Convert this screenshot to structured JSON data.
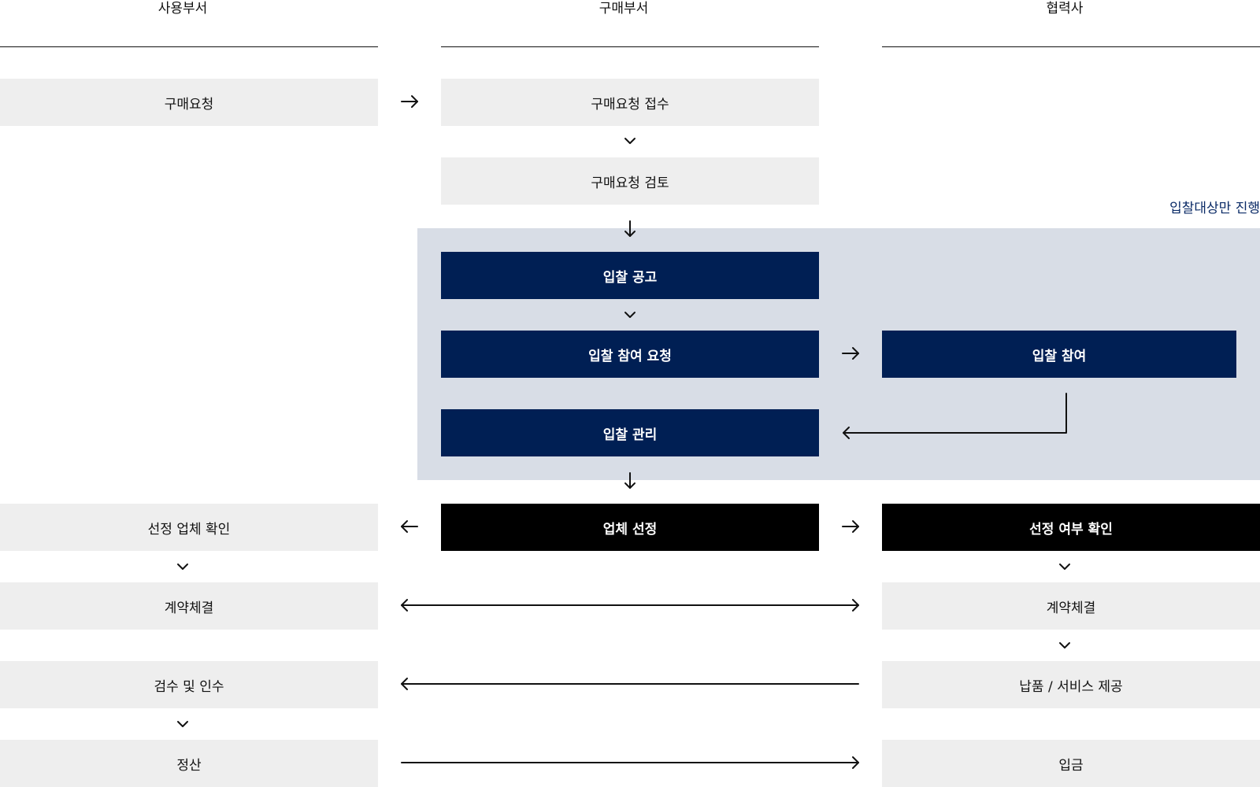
{
  "columns": {
    "user": "사용부서",
    "purchase": "구매부서",
    "partner": "협력사"
  },
  "steps": {
    "purchase_request": "구매요청",
    "request_received": "구매요청 접수",
    "request_review": "구매요청 검토",
    "bid_notice": "입찰 공고",
    "bid_participation_request": "입찰 참여 요청",
    "bid_participation": "입찰 참여",
    "bid_management": "입찰 관리",
    "vendor_selection": "업체 선정",
    "selected_vendor_check": "선정 업체 확인",
    "selection_status_check": "선정 여부 확인",
    "contract_user": "계약체결",
    "contract_partner": "계약체결",
    "inspection_acceptance": "검수 및 인수",
    "delivery_service": "납품 / 서비스 제공",
    "settlement": "정산",
    "deposit": "입금"
  },
  "bid_panel": {
    "label": "입찰대상만 진행"
  },
  "colors": {
    "light_box": "#eeeeee",
    "navy_box": "#001f54",
    "black_box": "#000000",
    "panel_bg": "#d8dde6",
    "panel_label": "#0a2a66"
  }
}
